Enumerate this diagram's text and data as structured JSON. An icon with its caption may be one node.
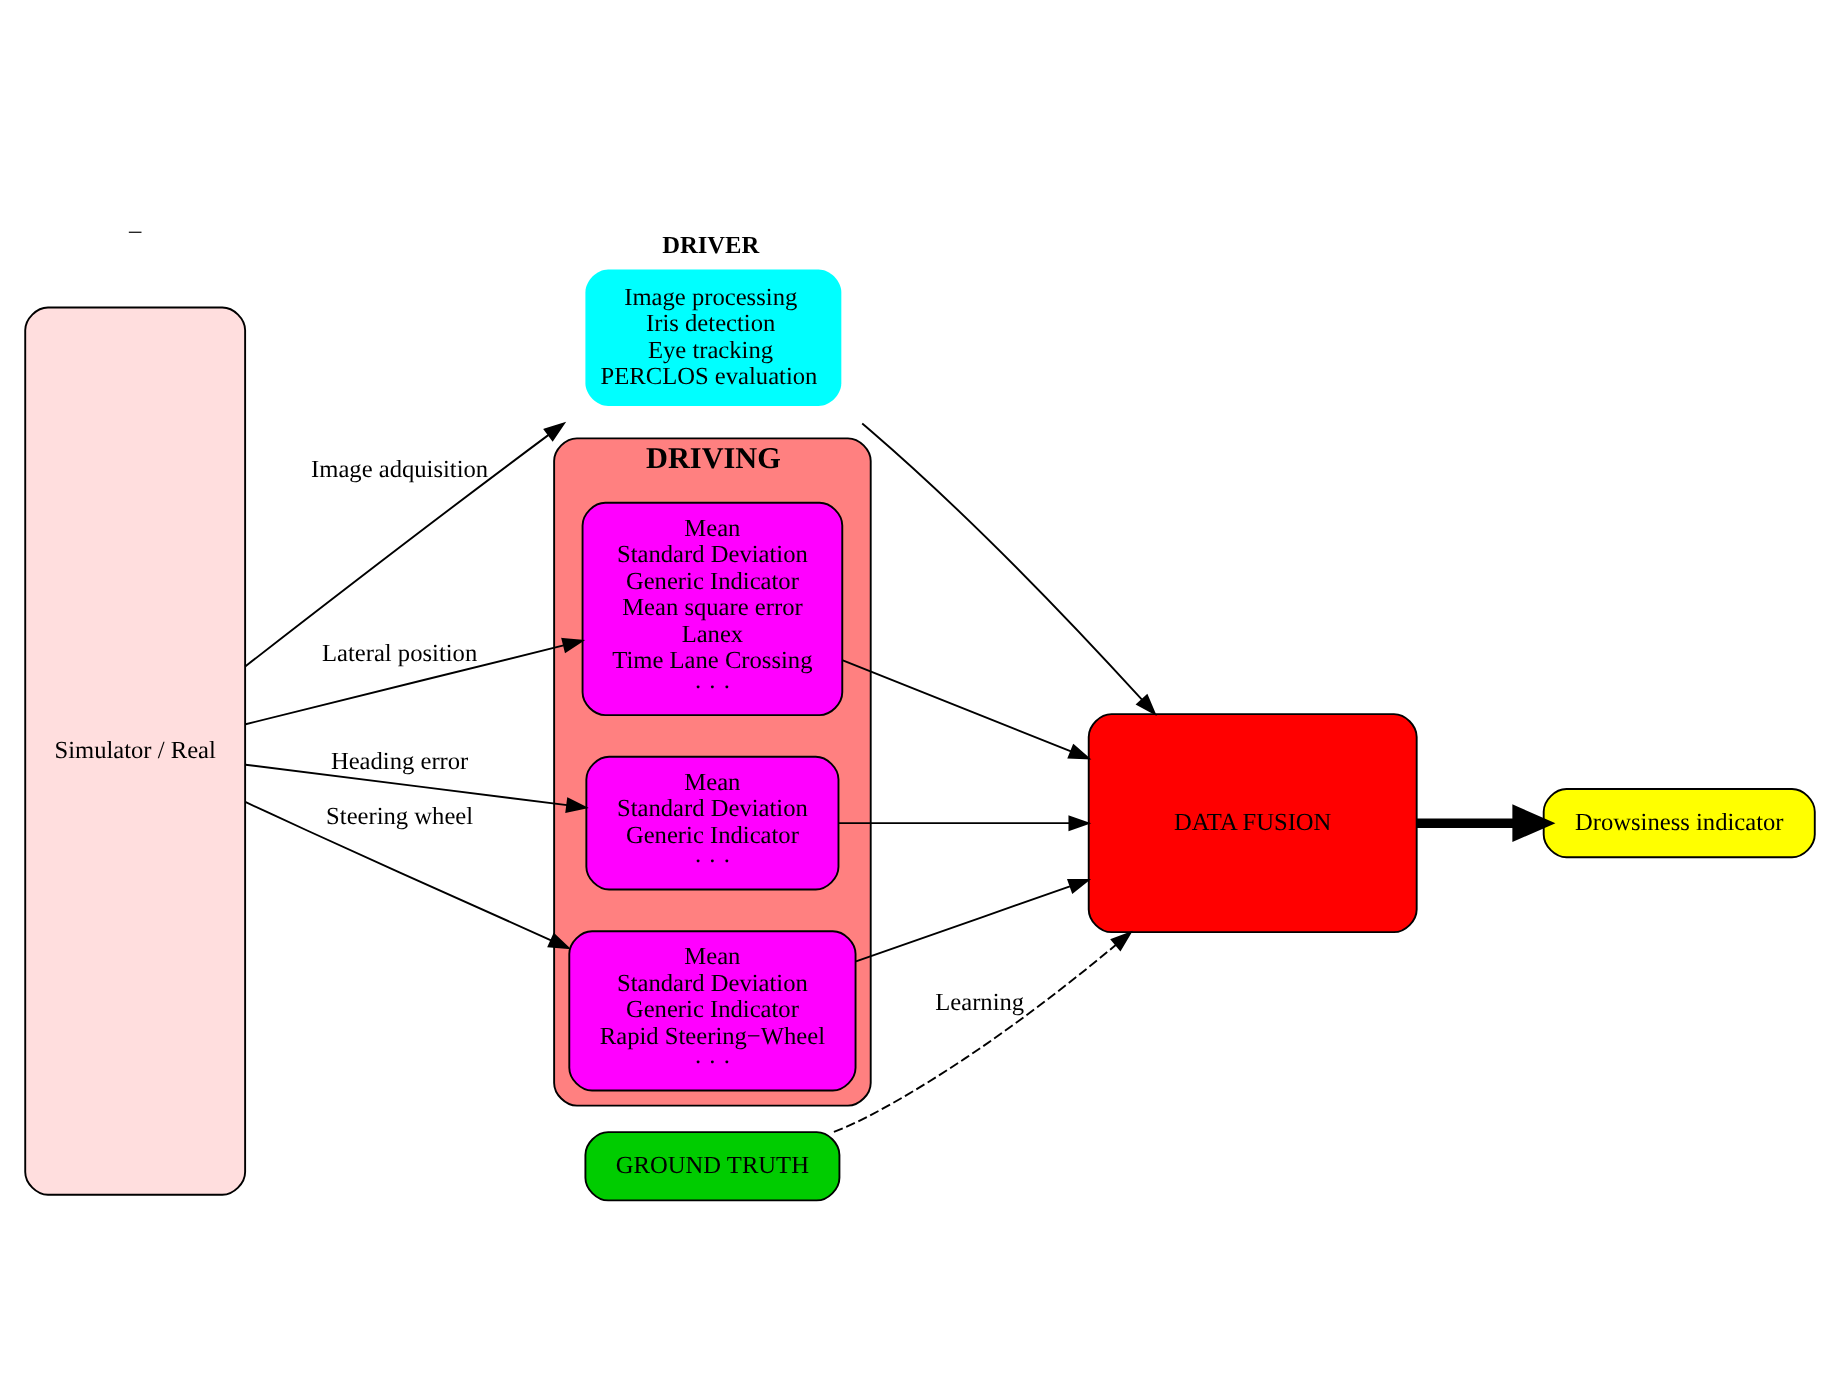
{
  "diagram": {
    "nodes": [
      {
        "text": [
          "Simulator / Real"
        ]
      },
      {
        "text": [
          "DRIVER",
          "Image processing",
          "Iris detection",
          "Eye tracking",
          "PERCLOS evaluation"
        ]
      },
      {
        "text": [
          "DRIVING"
        ]
      },
      {
        "text": [
          "Mean",
          "Standard Deviation",
          "Generic Indicator",
          "Mean square error",
          "Lanex",
          "Time Lane Crossing",
          "· · ·"
        ],
        "in": 2
      },
      {
        "text": [
          "Mean",
          "Standard Deviation",
          "Generic Indicator",
          "· · ·"
        ],
        "in": 2
      },
      {
        "text": [
          "Mean",
          "Standard Deviation",
          "Generic Indicator",
          "Rapid Steering−Wheel",
          "· · ·"
        ],
        "in": 2
      },
      {
        "text": [
          "GROUND TRUTH"
        ]
      },
      {
        "text": [
          "DATA FUSION"
        ]
      },
      {
        "text": [
          "Drowsiness indicator"
        ]
      }
    ],
    "edges": [
      {
        "from": 0,
        "to": 1,
        "arrow": "to",
        "label": "Image adquisition"
      },
      {
        "from": 0,
        "to": 3,
        "arrow": "to",
        "label": "Lateral position"
      },
      {
        "from": 0,
        "to": 4,
        "arrow": "to",
        "label": "Heading error"
      },
      {
        "from": 0,
        "to": 5,
        "arrow": "to",
        "label": "Steering wheel"
      },
      {
        "from": 1,
        "to": 7,
        "arrow": "to"
      },
      {
        "from": 3,
        "to": 7,
        "arrow": "to"
      },
      {
        "from": 4,
        "to": 7,
        "arrow": "to"
      },
      {
        "from": 5,
        "to": 7,
        "arrow": "to"
      },
      {
        "from": 6,
        "to": 7,
        "arrow": "to",
        "label": "Learning",
        "style": "dashed"
      },
      {
        "from": 7,
        "to": 8,
        "arrow": "to",
        "style": "thick"
      }
    ],
    "labels": [
      "–"
    ]
  }
}
